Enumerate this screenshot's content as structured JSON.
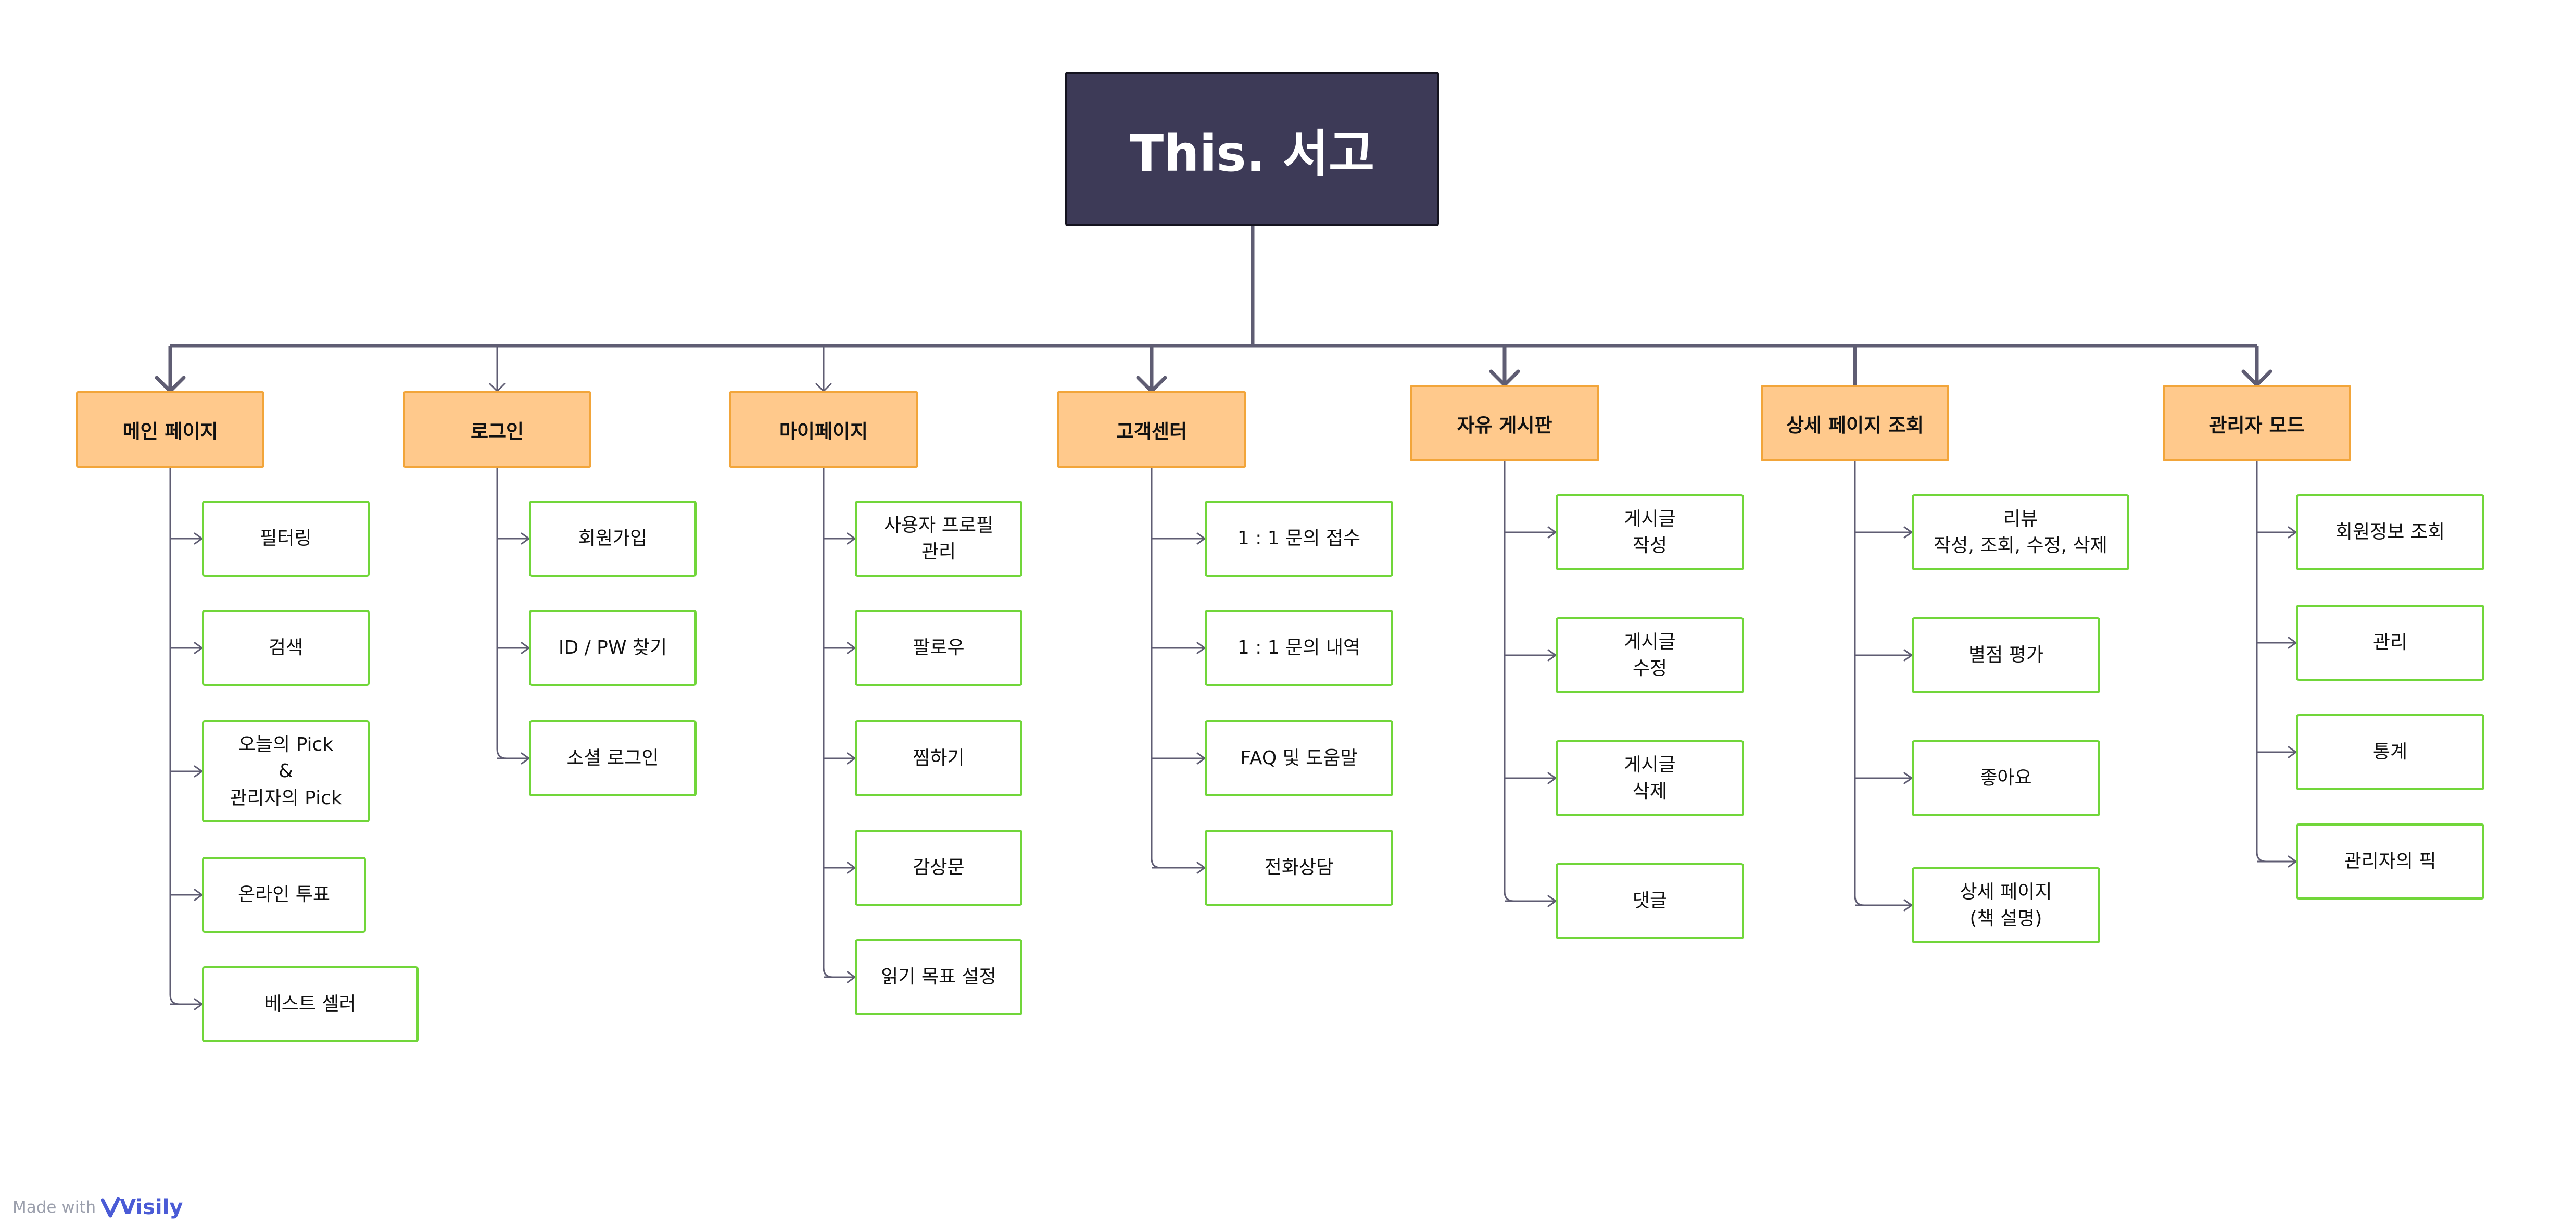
{
  "root": {
    "label": "This. 서고"
  },
  "categories": [
    {
      "label": "메인 페이지",
      "children": [
        "필터링",
        "검색",
        "오늘의 Pick\n&\n관리자의 Pick",
        "온라인 투표",
        "베스트 셀러"
      ]
    },
    {
      "label": "로그인",
      "children": [
        "회원가입",
        "ID / PW 찾기",
        "소셜 로그인"
      ]
    },
    {
      "label": "마이페이지",
      "children": [
        "사용자 프로필\n관리",
        "팔로우",
        "찜하기",
        "감상문",
        "읽기 목표 설정"
      ]
    },
    {
      "label": "고객센터",
      "children": [
        "1 : 1 문의 접수",
        "1 : 1 문의 내역",
        "FAQ 및 도움말",
        "전화상담"
      ]
    },
    {
      "label": "자유 게시판",
      "children": [
        "게시글\n작성",
        "게시글\n수정",
        "게시글\n삭제",
        "댓글"
      ]
    },
    {
      "label": "상세 페이지 조회",
      "children": [
        "리뷰\n작성, 조회, 수정, 삭제",
        "별점 평가",
        "좋아요",
        "상세 페이지\n(책 설명)"
      ]
    },
    {
      "label": "관리자 모드",
      "children": [
        "회원정보 조회",
        "관리",
        "통계",
        "관리자의 픽"
      ]
    }
  ],
  "footer": {
    "made_with": "Made with",
    "brand": "Visily"
  },
  "colors": {
    "root_fill": "#3d3a57",
    "category_fill": "#ffc98c",
    "category_border": "#f2a53a",
    "leaf_border": "#71d63a",
    "connector": "#5f5d73"
  },
  "icons": {
    "brand_logo": "visily-v-icon"
  }
}
